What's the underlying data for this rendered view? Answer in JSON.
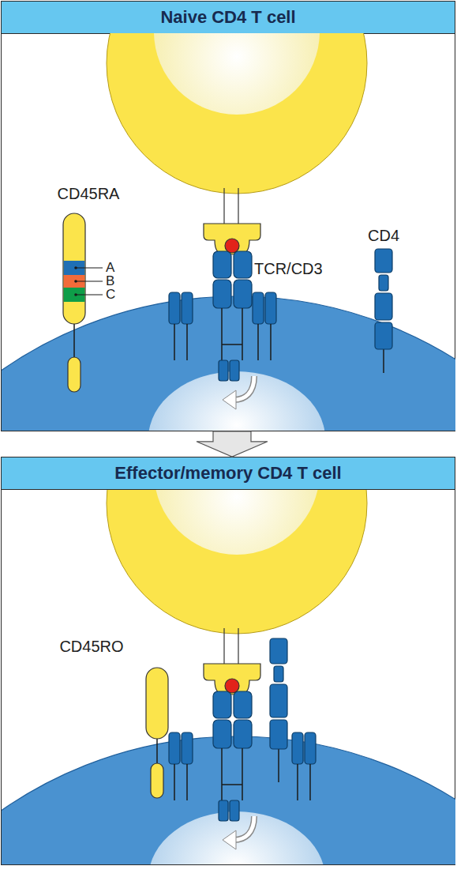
{
  "diagram": {
    "nodes": [
      {
        "text": [
          "Naive CD4 T cell"
        ]
      },
      {
        "text": [
          "Effector/memory CD4 T cell"
        ]
      }
    ],
    "edges": [
      {
        "from": 0,
        "to": 1,
        "arrow": "to"
      }
    ],
    "labels": [
      "CD45RA",
      "A",
      "B",
      "C",
      "TCR/CD3",
      "CD4",
      "CD45RO"
    ]
  }
}
